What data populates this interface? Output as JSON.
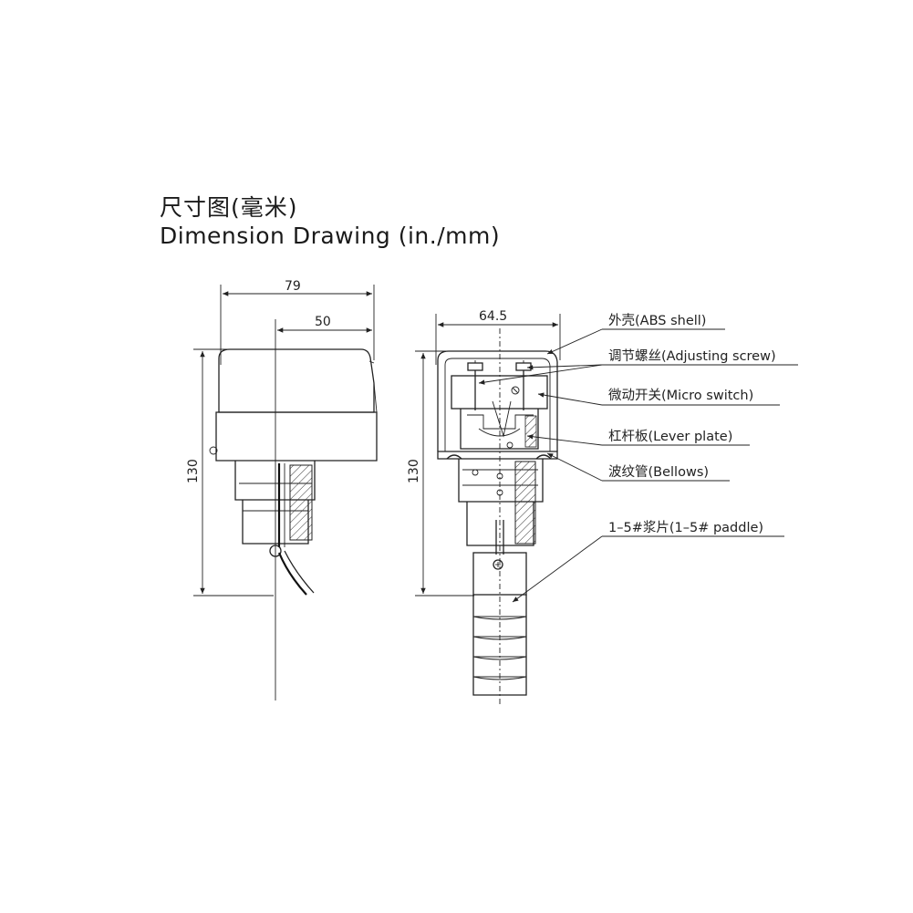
{
  "title": {
    "zh": "尺寸图(毫米)",
    "en": "Dimension Drawing (in./mm)"
  },
  "dimensions": {
    "side_width": "79",
    "side_offset": "50",
    "side_height": "130",
    "front_width": "64.5",
    "front_height": "130"
  },
  "callouts": [
    {
      "id": "abs-shell",
      "text": "外壳(ABS shell)"
    },
    {
      "id": "adjusting-screw",
      "text": "调节螺丝(Adjusting screw)"
    },
    {
      "id": "micro-switch",
      "text": "微动开关(Micro switch)"
    },
    {
      "id": "lever-plate",
      "text": "杠杆板(Lever plate)"
    },
    {
      "id": "bellows",
      "text": "波纹管(Bellows)"
    },
    {
      "id": "paddle",
      "text": "1–5#浆片(1–5# paddle)"
    }
  ]
}
